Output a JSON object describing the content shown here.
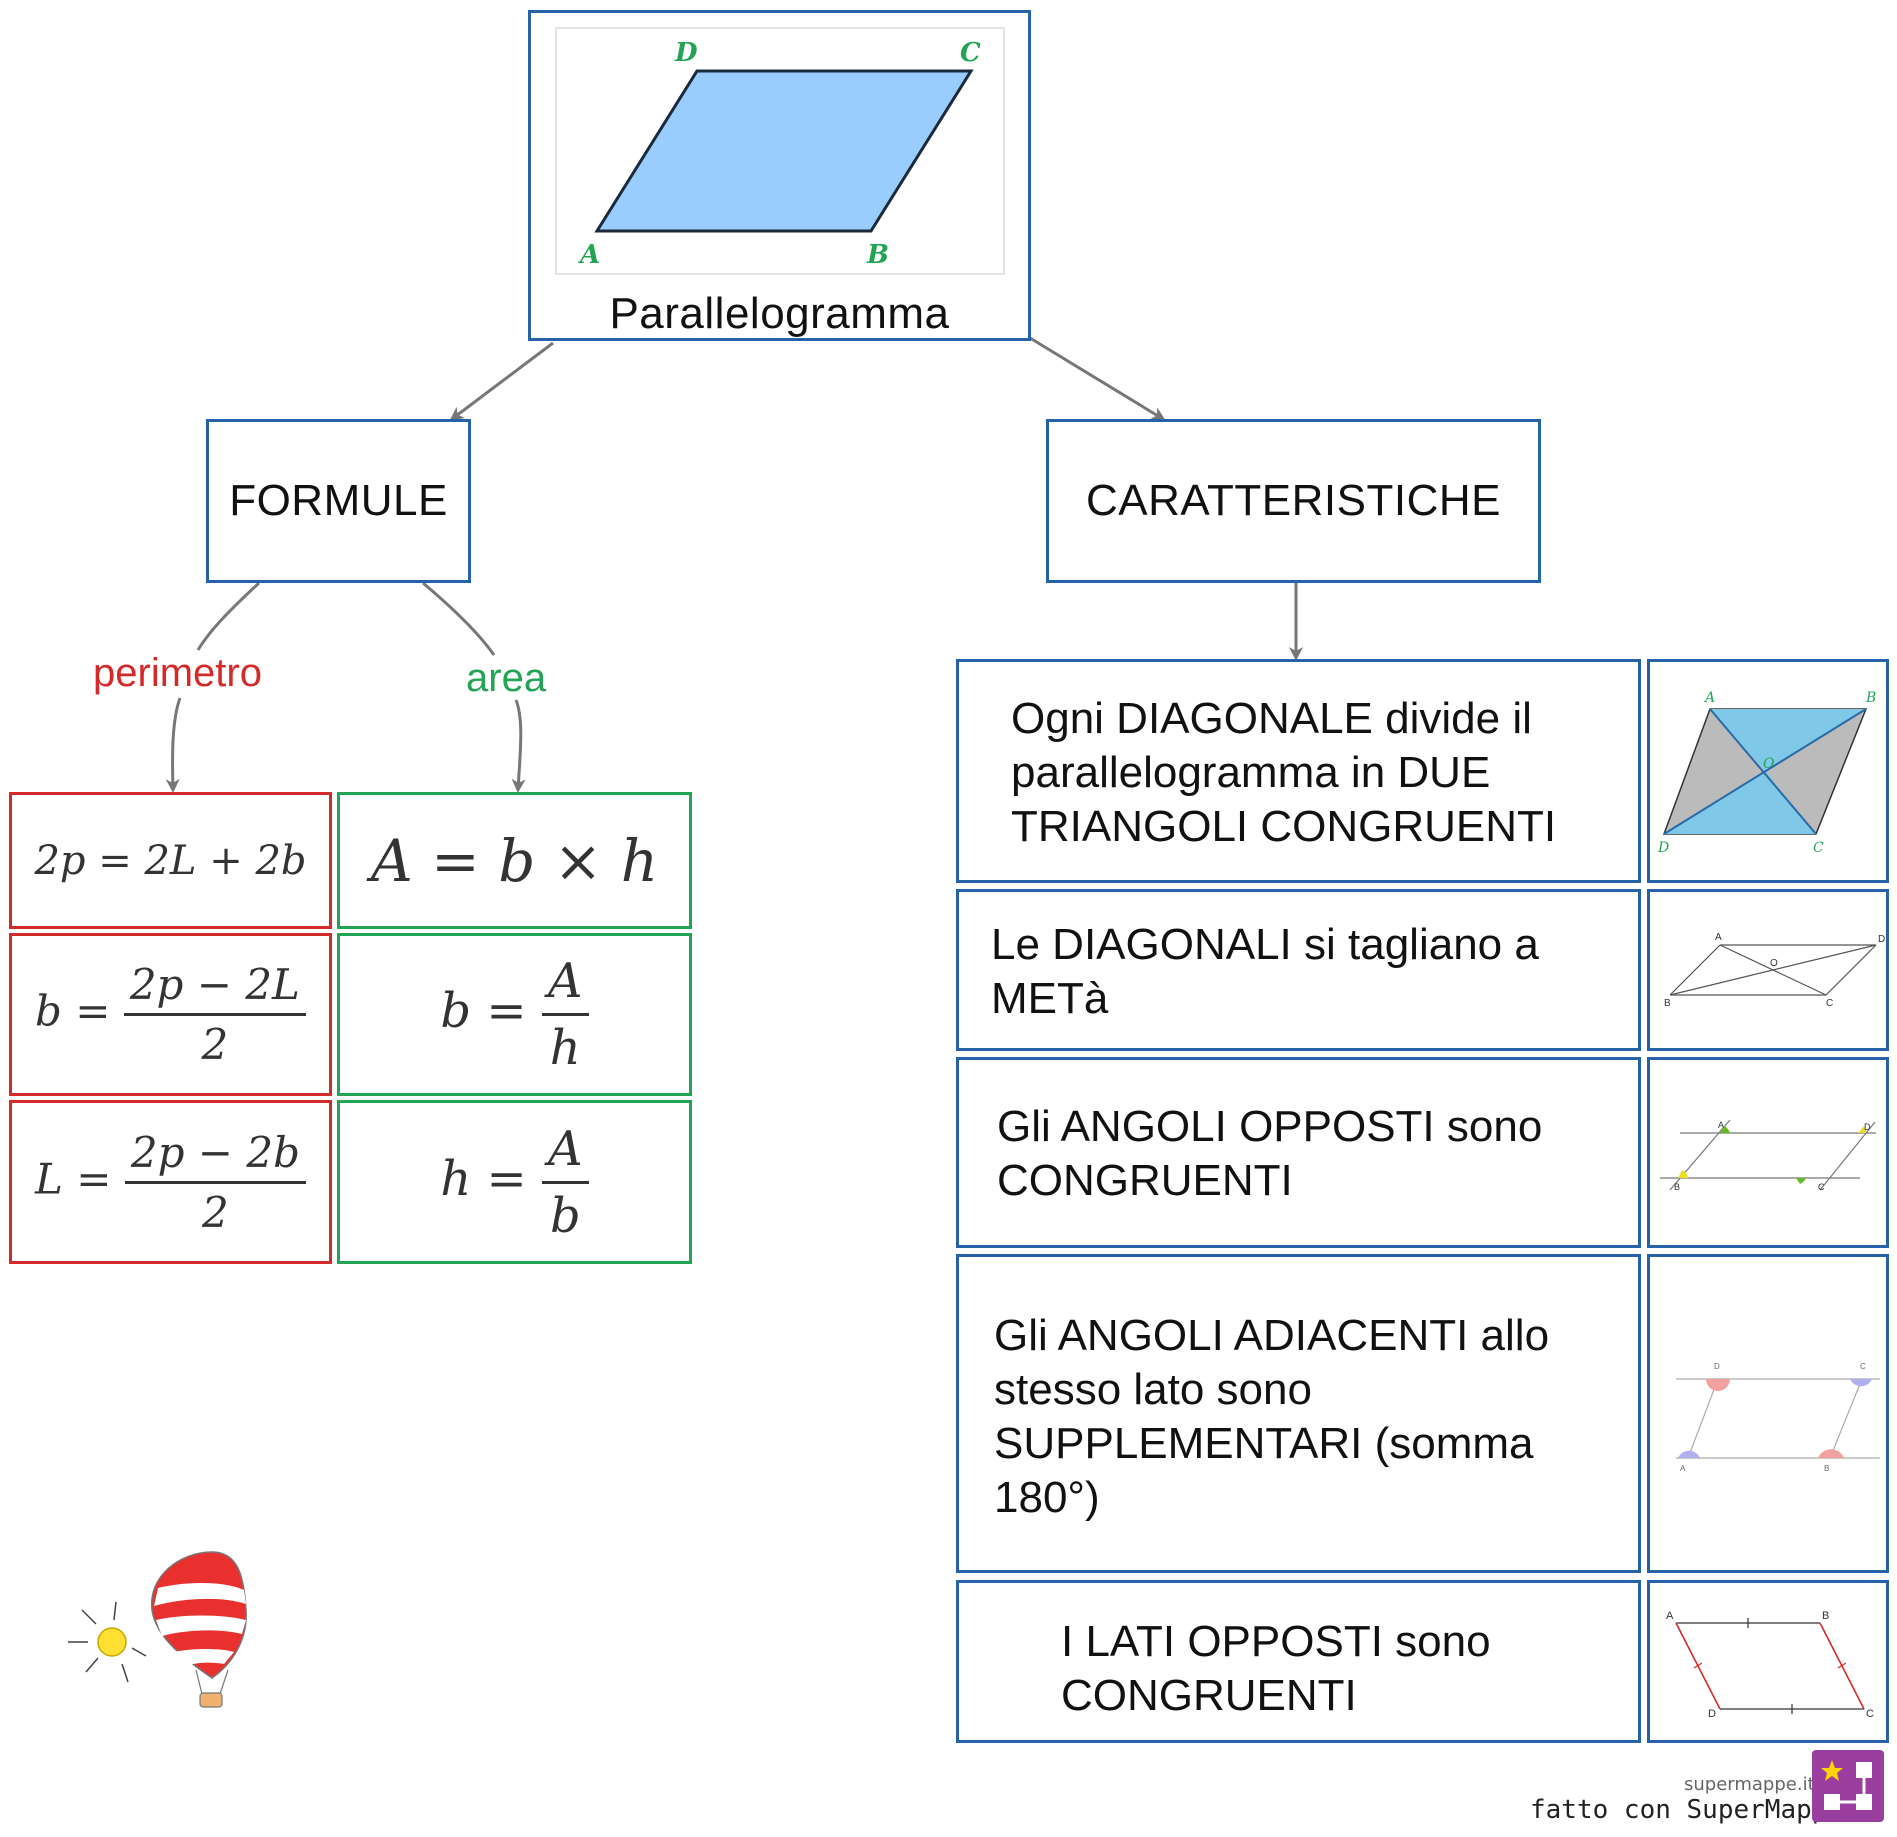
{
  "root": {
    "title": "Parallelogramma",
    "vertices": {
      "a": "A",
      "b": "B",
      "c": "C",
      "d": "D"
    }
  },
  "formule": {
    "title": "FORMULE",
    "perimetro_label": "perimetro",
    "area_label": "area",
    "perimetro": {
      "f1": "2p = 2L + 2b",
      "f2_lhs": "b =",
      "f2_num": "2p − 2L",
      "f2_den": "2",
      "f3_lhs": "L =",
      "f3_num": "2p − 2b",
      "f3_den": "2"
    },
    "area": {
      "f1": "A = b × h",
      "f2_lhs": "b =",
      "f2_num": "A",
      "f2_den": "h",
      "f3_lhs": "h =",
      "f3_num": "A",
      "f3_den": "b"
    }
  },
  "caratteristiche": {
    "title": "CARATTERISTICHE",
    "items": [
      {
        "l1": "Ogni DIAGONALE divide il",
        "l2": "parallelogramma  in DUE",
        "l3": "TRIANGOLI CONGRUENTI"
      },
      {
        "l1": "Le DIAGONALI  si tagliano a",
        "l2": "METà"
      },
      {
        "l1": "Gli ANGOLI OPPOSTI sono",
        "l2": "CONGRUENTI"
      },
      {
        "l1": "Gli ANGOLI ADIACENTI allo",
        "l2": "stesso lato sono",
        "l3": "SUPPLEMENTARI (somma",
        "l4": "180°)"
      },
      {
        "l1": "I LATI OPPOSTI sono",
        "l2": "CONGRUENTI"
      }
    ],
    "figure_labels": {
      "f1": {
        "a": "A",
        "b": "B",
        "c": "C",
        "d": "D",
        "o": "O"
      },
      "f2": {
        "a": "A",
        "b": "B",
        "c": "C",
        "d": "D",
        "o": "O"
      },
      "f3": {
        "a": "A",
        "b": "B",
        "c": "C",
        "d": "D"
      },
      "f4": {
        "a": "A",
        "b": "B",
        "c": "C",
        "d": "D"
      },
      "f5": {
        "a": "A",
        "b": "B",
        "c": "C",
        "d": "D"
      }
    }
  },
  "attribution": {
    "site": "supermappe.it",
    "text": "fatto con SuperMappe"
  },
  "colors": {
    "box_border": "#2563a8",
    "perimetro": "#d42a2a",
    "area": "#22a454",
    "shape_fill": "#99ccff",
    "connector": "#777777"
  }
}
